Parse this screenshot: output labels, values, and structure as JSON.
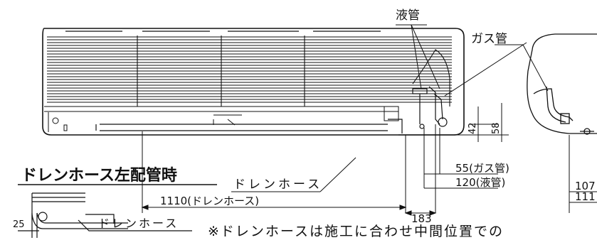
{
  "labels": {
    "liquid_pipe": "液管",
    "gas_pipe": "ガス管",
    "drain_left_title": "ドレンホース左配管時",
    "drain_hose_main": "ドレンホース",
    "drain_hose_small": "ドレンホース",
    "note": "※ドレンホースは施工に合わせ中間位置での"
  },
  "dimensions": {
    "d42": "42",
    "d58": "58",
    "d55_gas": "55(ガス管)",
    "d120_liquid": "120(液管)",
    "d1110_drain": "1110(ドレンホース)",
    "d183": "183",
    "d107": "107",
    "d111": "111",
    "d25": "25"
  }
}
